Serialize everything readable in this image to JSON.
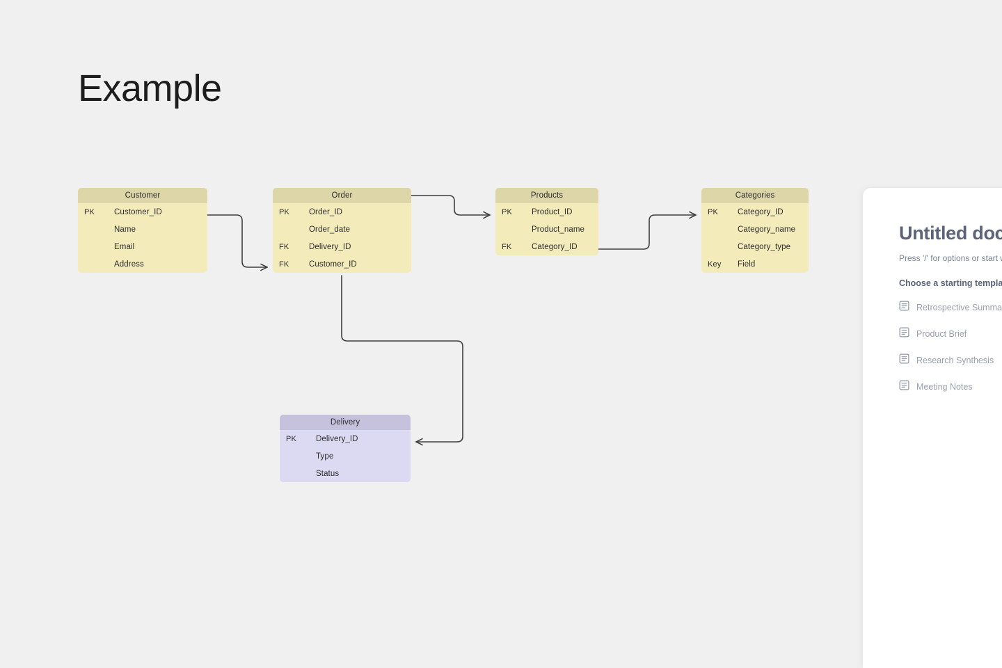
{
  "page": {
    "title": "Example",
    "background_color": "#f0f0f0"
  },
  "diagram": {
    "type": "entity-relationship-diagram",
    "palette": {
      "yellow_header": "#ddd6a8",
      "yellow_body": "#f4ebba",
      "purple_header": "#c6c2de",
      "purple_body": "#dcd9f2",
      "connector": "#3d3d3d"
    },
    "entities": [
      {
        "id": "customer",
        "title": "Customer",
        "color": "yellow",
        "fields": [
          {
            "key": "PK",
            "name": "Customer_ID"
          },
          {
            "key": "",
            "name": "Name"
          },
          {
            "key": "",
            "name": "Email"
          },
          {
            "key": "",
            "name": "Address"
          }
        ]
      },
      {
        "id": "order",
        "title": "Order",
        "color": "yellow",
        "fields": [
          {
            "key": "PK",
            "name": "Order_ID"
          },
          {
            "key": "",
            "name": "Order_date"
          },
          {
            "key": "FK",
            "name": "Delivery_ID"
          },
          {
            "key": "FK",
            "name": "Customer_ID"
          }
        ]
      },
      {
        "id": "products",
        "title": "Products",
        "color": "yellow",
        "fields": [
          {
            "key": "PK",
            "name": "Product_ID"
          },
          {
            "key": "",
            "name": "Product_name"
          },
          {
            "key": "FK",
            "name": "Category_ID"
          }
        ]
      },
      {
        "id": "categories",
        "title": "Categories",
        "color": "yellow",
        "fields": [
          {
            "key": "PK",
            "name": "Category_ID"
          },
          {
            "key": "",
            "name": "Category_name"
          },
          {
            "key": "",
            "name": "Category_type"
          },
          {
            "key": "Key",
            "name": "Field"
          }
        ]
      },
      {
        "id": "delivery",
        "title": "Delivery",
        "color": "purple",
        "fields": [
          {
            "key": "PK",
            "name": "Delivery_ID"
          },
          {
            "key": "",
            "name": "Type"
          },
          {
            "key": "",
            "name": "Status"
          }
        ]
      }
    ],
    "relationships": [
      {
        "from": "customer.Customer_ID",
        "to": "order.Customer_ID"
      },
      {
        "from": "order",
        "to": "products.Product_ID"
      },
      {
        "from": "products.Category_ID",
        "to": "categories.Category_ID"
      },
      {
        "from": "order",
        "to": "delivery.Delivery_ID"
      }
    ]
  },
  "doc_panel": {
    "title": "Untitled doc",
    "hint": "Press '/' for options or start w",
    "templates_label": "Choose a starting templa",
    "templates": [
      {
        "icon": "document-icon",
        "label": "Retrospective Summar"
      },
      {
        "icon": "document-icon",
        "label": "Product Brief"
      },
      {
        "icon": "document-icon",
        "label": "Research Synthesis"
      },
      {
        "icon": "document-icon",
        "label": "Meeting Notes"
      }
    ]
  }
}
